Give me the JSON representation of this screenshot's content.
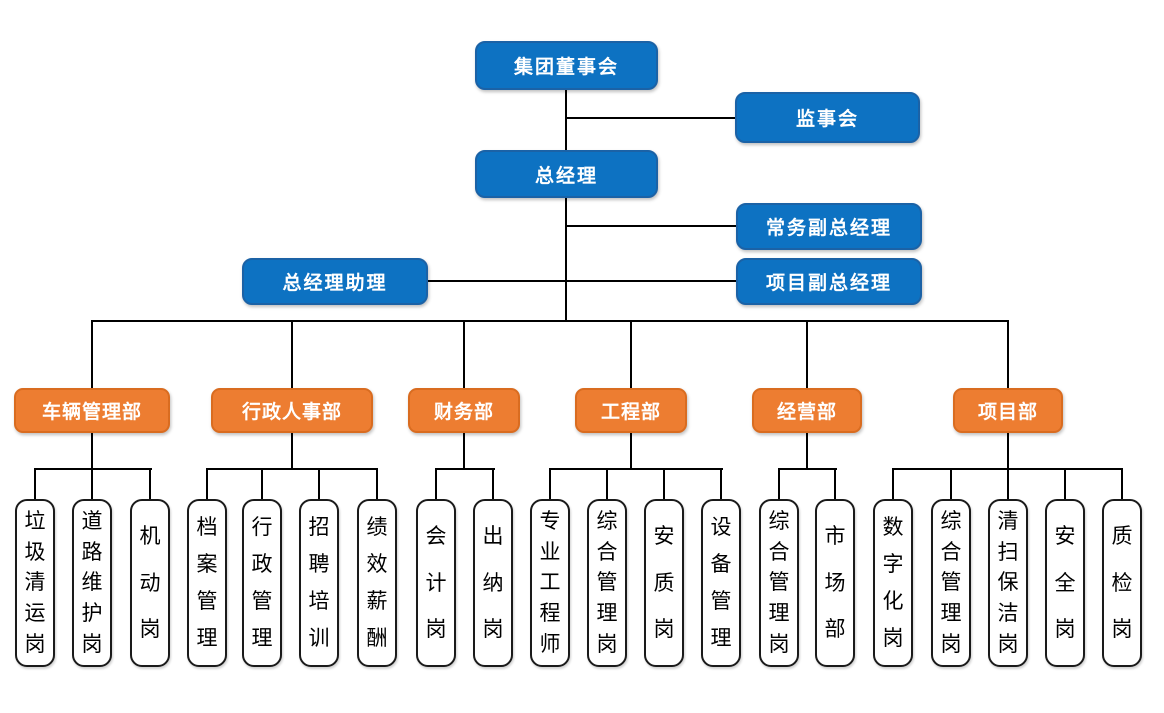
{
  "org": {
    "board": "集团董事会",
    "supervisory": "监事会",
    "general_manager": "总经理",
    "executive_deputy_gm": "常务副总经理",
    "gm_assistant": "总经理助理",
    "project_deputy_gm": "项目副总经理",
    "departments": [
      {
        "label": "车辆管理部",
        "positions": [
          "垃圾清运岗",
          "道路维护岗",
          "机动岗"
        ]
      },
      {
        "label": "行政人事部",
        "positions": [
          "档案管理",
          "行政管理",
          "招聘培训",
          "绩效薪酬"
        ]
      },
      {
        "label": "财务部",
        "positions": [
          "会计岗",
          "出纳岗"
        ]
      },
      {
        "label": "工程部",
        "positions": [
          "专业工程师",
          "综合管理岗",
          "安质岗",
          "设备管理"
        ]
      },
      {
        "label": "经营部",
        "positions": [
          "综合管理岗",
          "市场部"
        ]
      },
      {
        "label": "项目部",
        "positions": [
          "数字化岗",
          "综合管理岗",
          "清扫保洁岗",
          "安全岗",
          "质检岗"
        ]
      }
    ]
  },
  "colors": {
    "executive_fill": "#0d72c2",
    "executive_border": "#1b62a6",
    "department_fill": "#ed7d31",
    "department_border": "#d96c20",
    "position_border": "#1a1a1a",
    "connector": "#000000"
  }
}
